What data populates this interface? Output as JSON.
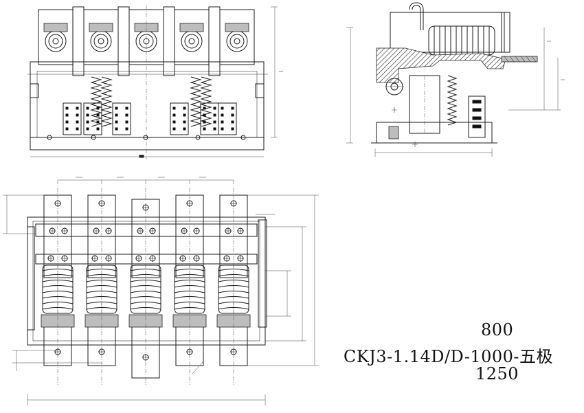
{
  "drawing": {
    "caption_top": "800",
    "caption_model": "CKJ3-1.14D/D-1000-五极",
    "caption_bottom": "1250"
  }
}
